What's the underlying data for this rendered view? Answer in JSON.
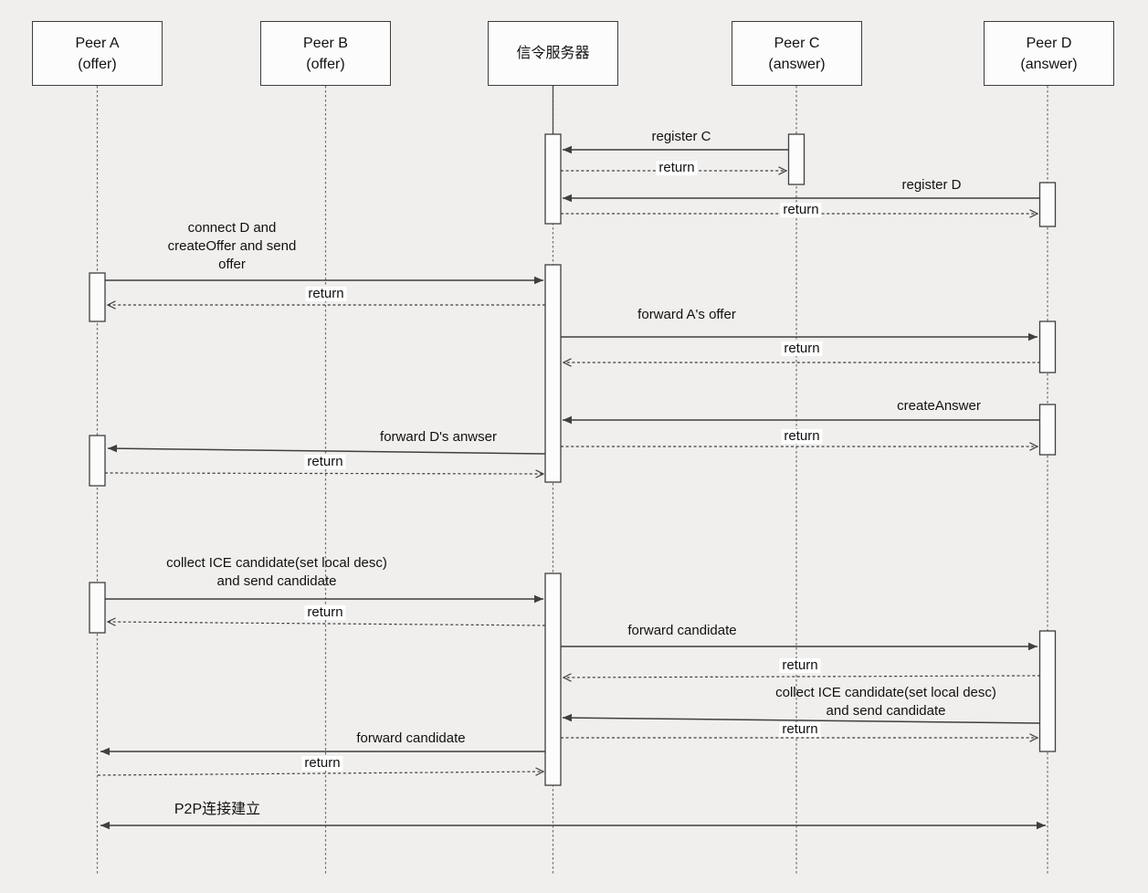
{
  "diagram": {
    "type": "uml-sequence",
    "actors": {
      "peer_a": {
        "label": "Peer A\n(offer)"
      },
      "peer_b": {
        "label": "Peer B\n(offer)"
      },
      "server": {
        "label": "信令服务器"
      },
      "peer_c": {
        "label": "Peer C\n(answer)"
      },
      "peer_d": {
        "label": "Peer D\n(answer)"
      }
    },
    "messages": {
      "register_c": "register C",
      "register_c_return": "return",
      "register_d": "register D",
      "register_d_return": "return",
      "connect_d": "connect D and\ncreateOffer and send\noffer",
      "connect_d_return": "return",
      "forward_a_offer": "forward A's offer",
      "forward_a_offer_return": "return",
      "create_answer": "createAnswer",
      "create_answer_return": "return",
      "forward_d_answer": "forward D's anwser",
      "forward_d_answer_return": "return",
      "collect_ice_a": "collect ICE candidate(set local desc)\nand send candidate",
      "collect_ice_a_return": "return",
      "forward_candidate_d": "forward candidate",
      "forward_candidate_d_return": "return",
      "collect_ice_d": "collect ICE candidate(set local desc)\nand send candidate",
      "collect_ice_d_return": "return",
      "forward_candidate_a": "forward candidate",
      "forward_candidate_a_return": "return",
      "p2p_established": "P2P连接建立"
    },
    "colors": {
      "background": "#f1efed",
      "line": "#3f3f3f",
      "box_fill": "#fcfcfc",
      "text": "#111111"
    }
  }
}
